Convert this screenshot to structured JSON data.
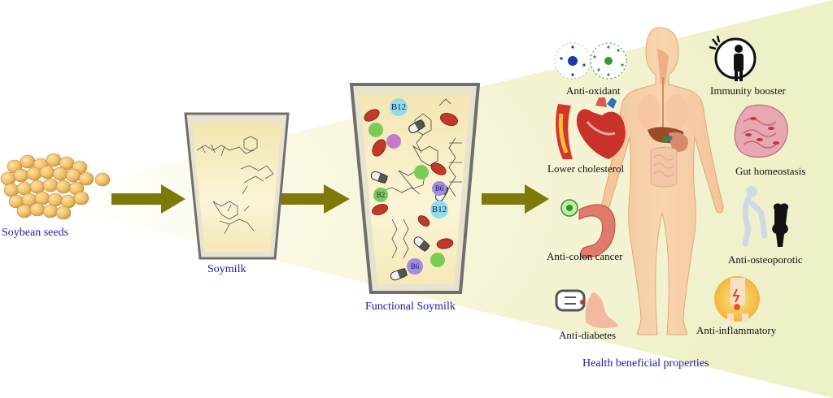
{
  "stages": {
    "seeds": "Soybean seeds",
    "soymilk": "Soymilk",
    "functional": "Functional Soymilk",
    "health": "Health beneficial properties"
  },
  "benefits": {
    "anti_oxidant": "Anti-oxidant",
    "immunity": "Immunity booster",
    "cholesterol": "Lower cholesterol",
    "gut": "Gut homeostasis",
    "colon": "Anti-colon cancer",
    "osteoporotic": "Anti-osteoporotic",
    "diabetes": "Anti-diabetes",
    "inflammatory": "Anti-inflammatory"
  },
  "vitamins": {
    "b12": "B12",
    "b6": "B6",
    "b2": "B2"
  },
  "colors": {
    "label_blue": "#1a1aa6",
    "arrow_olive": "#7d7a0a",
    "milk": "#f7edc0",
    "skin": "#f8cfa6"
  }
}
